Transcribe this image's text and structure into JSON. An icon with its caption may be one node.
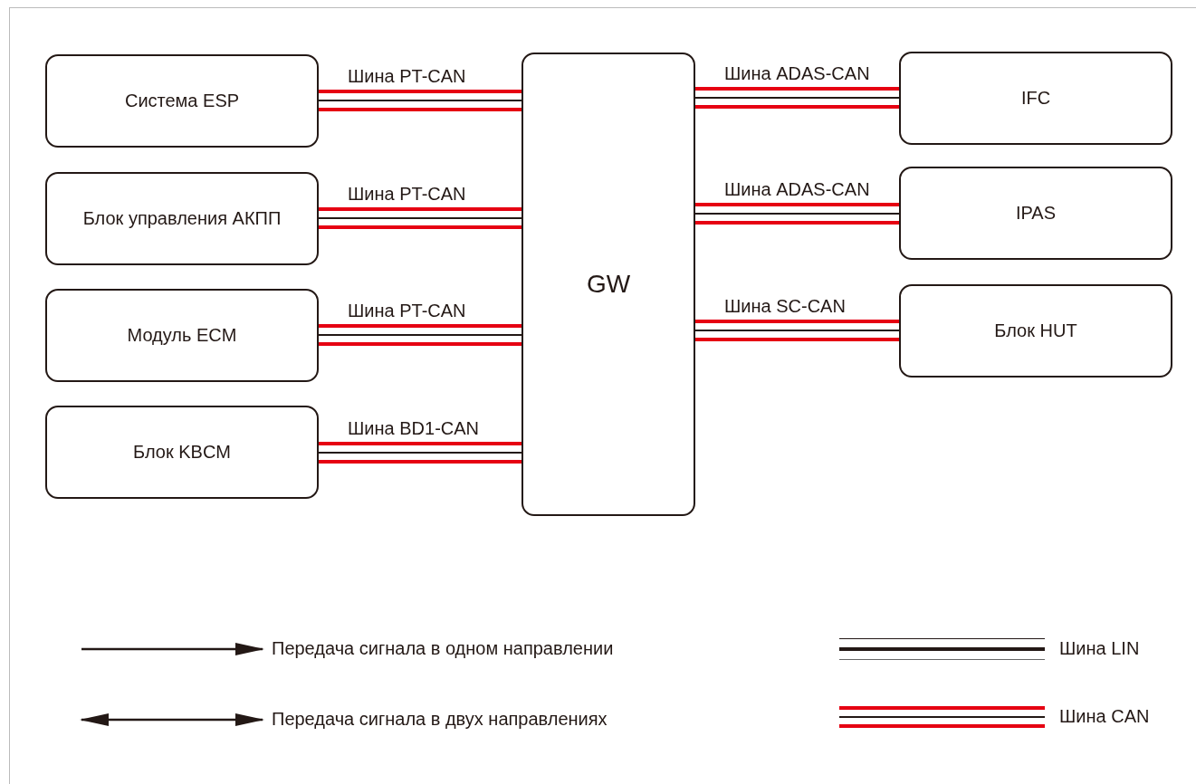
{
  "diagram": {
    "nodes": [
      {
        "text": [
          "Система ESP"
        ]
      },
      {
        "text": [
          "Блок управления АКПП"
        ]
      },
      {
        "text": [
          "Модуль ECM"
        ]
      },
      {
        "text": [
          "Блок KBCM"
        ]
      },
      {
        "text": [
          "GW"
        ]
      },
      {
        "text": [
          "IFC"
        ]
      },
      {
        "text": [
          "IPAS"
        ]
      },
      {
        "text": [
          "Блок HUT"
        ]
      }
    ],
    "edges": [
      {
        "from": 0,
        "to": 4,
        "arrow": "none",
        "label": "Шина PT-CAN"
      },
      {
        "from": 1,
        "to": 4,
        "arrow": "none",
        "label": "Шина PT-CAN"
      },
      {
        "from": 2,
        "to": 4,
        "arrow": "none",
        "label": "Шина PT-CAN"
      },
      {
        "from": 3,
        "to": 4,
        "arrow": "none",
        "label": "Шина BD1-CAN"
      },
      {
        "from": 4,
        "to": 5,
        "arrow": "none",
        "label": "Шина ADAS-CAN"
      },
      {
        "from": 4,
        "to": 6,
        "arrow": "none",
        "label": "Шина ADAS-CAN"
      },
      {
        "from": 4,
        "to": 7,
        "arrow": "none",
        "label": "Шина SC-CAN"
      }
    ],
    "legend": [
      {
        "text": "Передача сигнала в одном направлении"
      },
      {
        "text": "Шина LIN"
      },
      {
        "text": "Передача сигнала в двух направлениях"
      },
      {
        "text": "Шина CAN"
      }
    ]
  }
}
